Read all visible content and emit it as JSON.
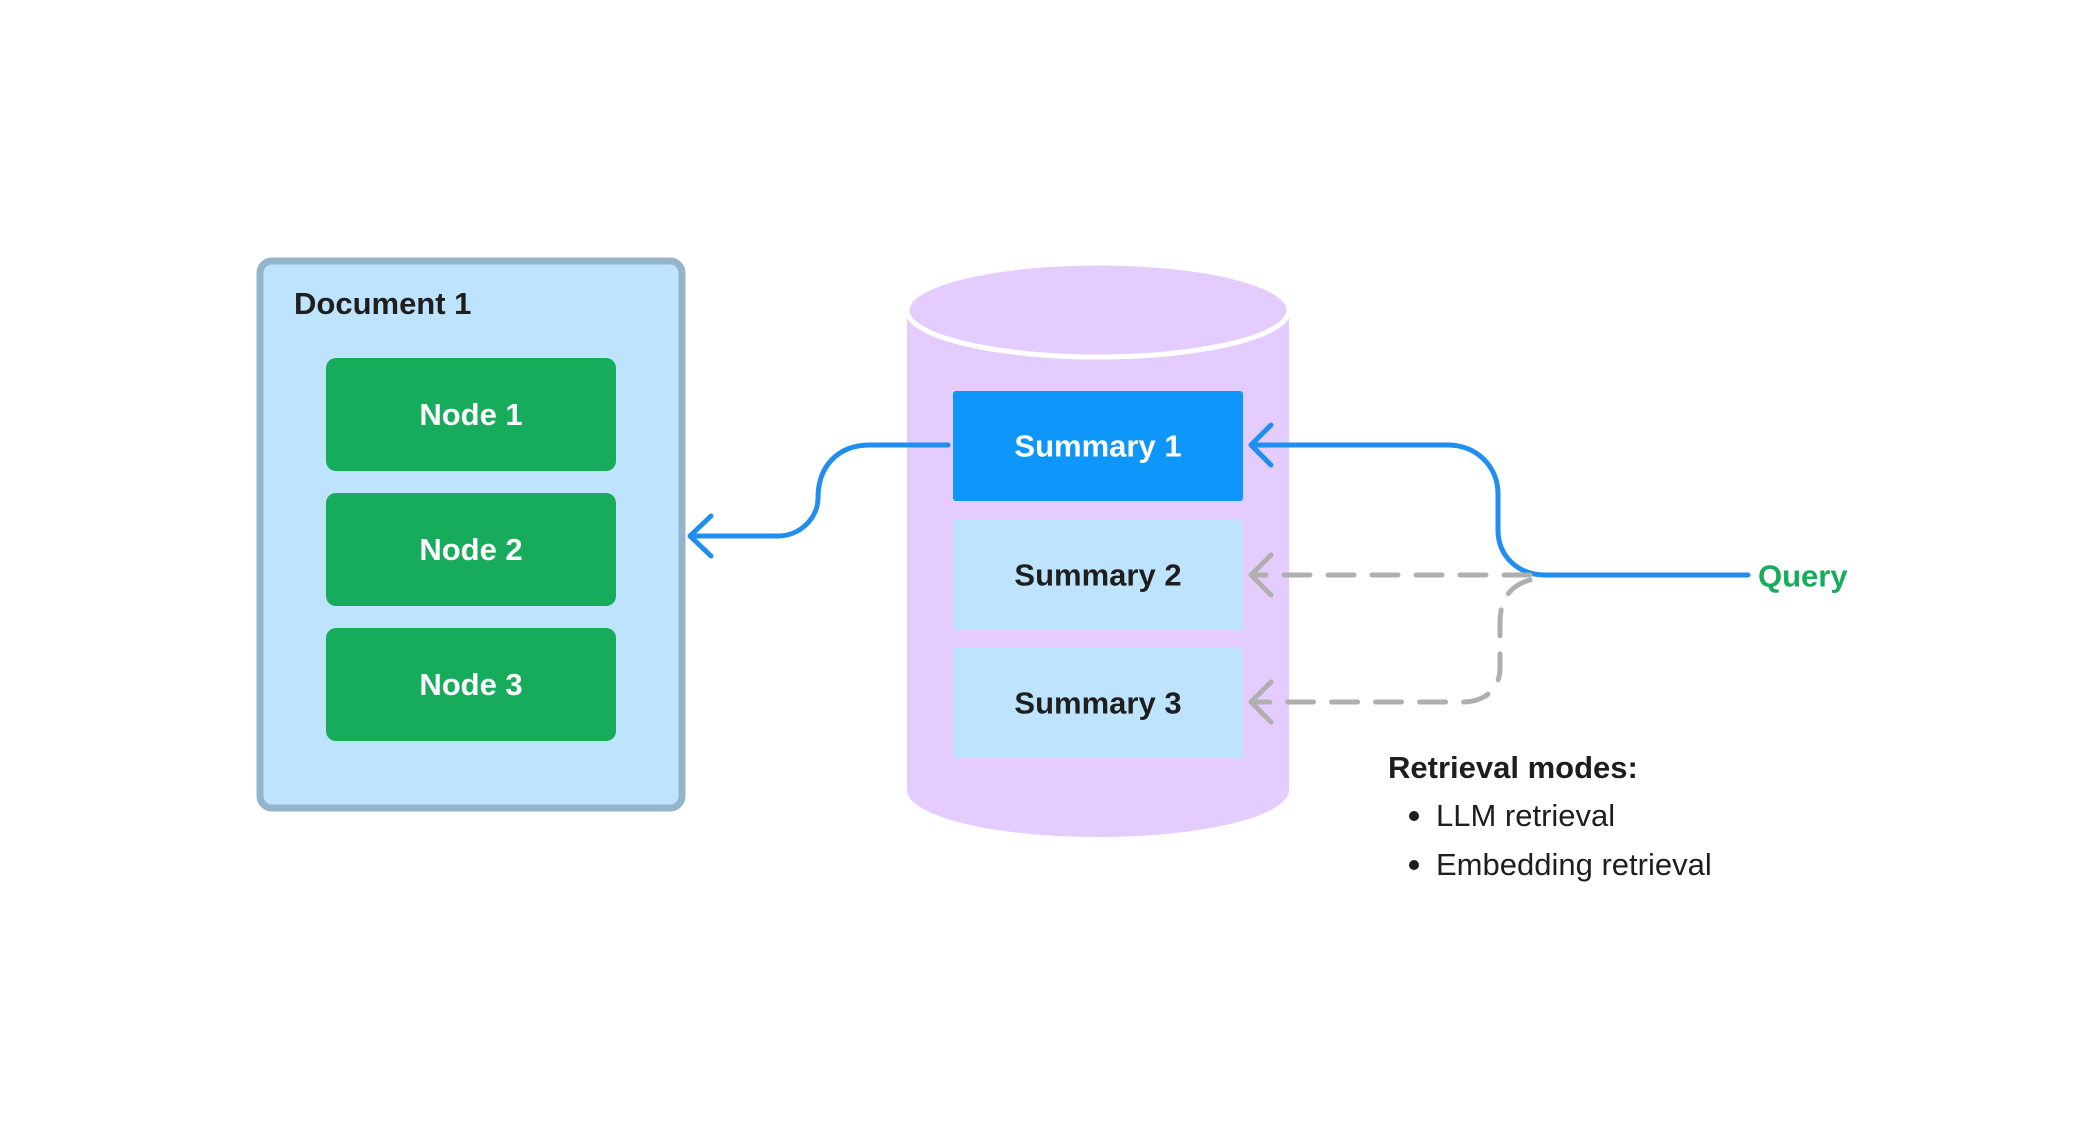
{
  "document": {
    "title": "Document 1",
    "nodes": [
      "Node 1",
      "Node 2",
      "Node 3"
    ]
  },
  "store": {
    "summaries": [
      "Summary 1",
      "Summary 2",
      "Summary 3"
    ]
  },
  "query": {
    "label": "Query"
  },
  "retrieval": {
    "heading": "Retrieval modes:",
    "modes": [
      "LLM retrieval",
      "Embedding retrieval"
    ]
  },
  "colors": {
    "document_fill": "#BEE3FC",
    "document_border": "#93B4CA",
    "node_fill": "#17AC5C",
    "cylinder_fill": "#E5CCFF",
    "summary_active_fill": "#0F96FA",
    "summary_inactive_fill": "#BEE3FC",
    "active_arrow": "#1F8EEF",
    "inactive_arrow": "#AFAFAF",
    "query_text": "#17AC5C"
  }
}
